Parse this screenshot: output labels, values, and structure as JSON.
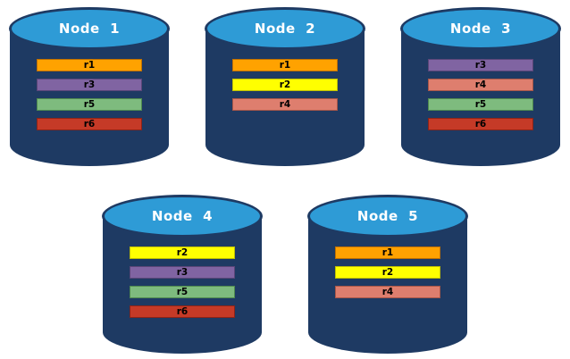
{
  "diagram": {
    "style": {
      "body_color": "#1E3A63",
      "top_color": "#2E9BD6",
      "label_color": "#FFFFFF",
      "record_text_color": "#000000"
    },
    "record_styles": {
      "r1": {
        "fill": "#FFA200",
        "border": "#BF7000"
      },
      "r2": {
        "fill": "#FFFF00",
        "border": "#BFBF00"
      },
      "r3": {
        "fill": "#8064A2",
        "border": "#5A4678"
      },
      "r4": {
        "fill": "#DE7E6E",
        "border": "#A85648"
      },
      "r5": {
        "fill": "#7EBB7E",
        "border": "#4F8A4F"
      },
      "r6": {
        "fill": "#C53A27",
        "border": "#8C2318"
      }
    },
    "nodes": [
      {
        "label": "Node  1",
        "row": 0,
        "records": [
          "r1",
          "r3",
          "r5",
          "r6"
        ]
      },
      {
        "label": "Node  2",
        "row": 0,
        "records": [
          "r1",
          "r2",
          "r4"
        ]
      },
      {
        "label": "Node  3",
        "row": 0,
        "records": [
          "r3",
          "r4",
          "r5",
          "r6"
        ]
      },
      {
        "label": "Node  4",
        "row": 1,
        "records": [
          "r2",
          "r3",
          "r5",
          "r6"
        ]
      },
      {
        "label": "Node  5",
        "row": 1,
        "records": [
          "r1",
          "r2",
          "r4"
        ]
      }
    ]
  }
}
